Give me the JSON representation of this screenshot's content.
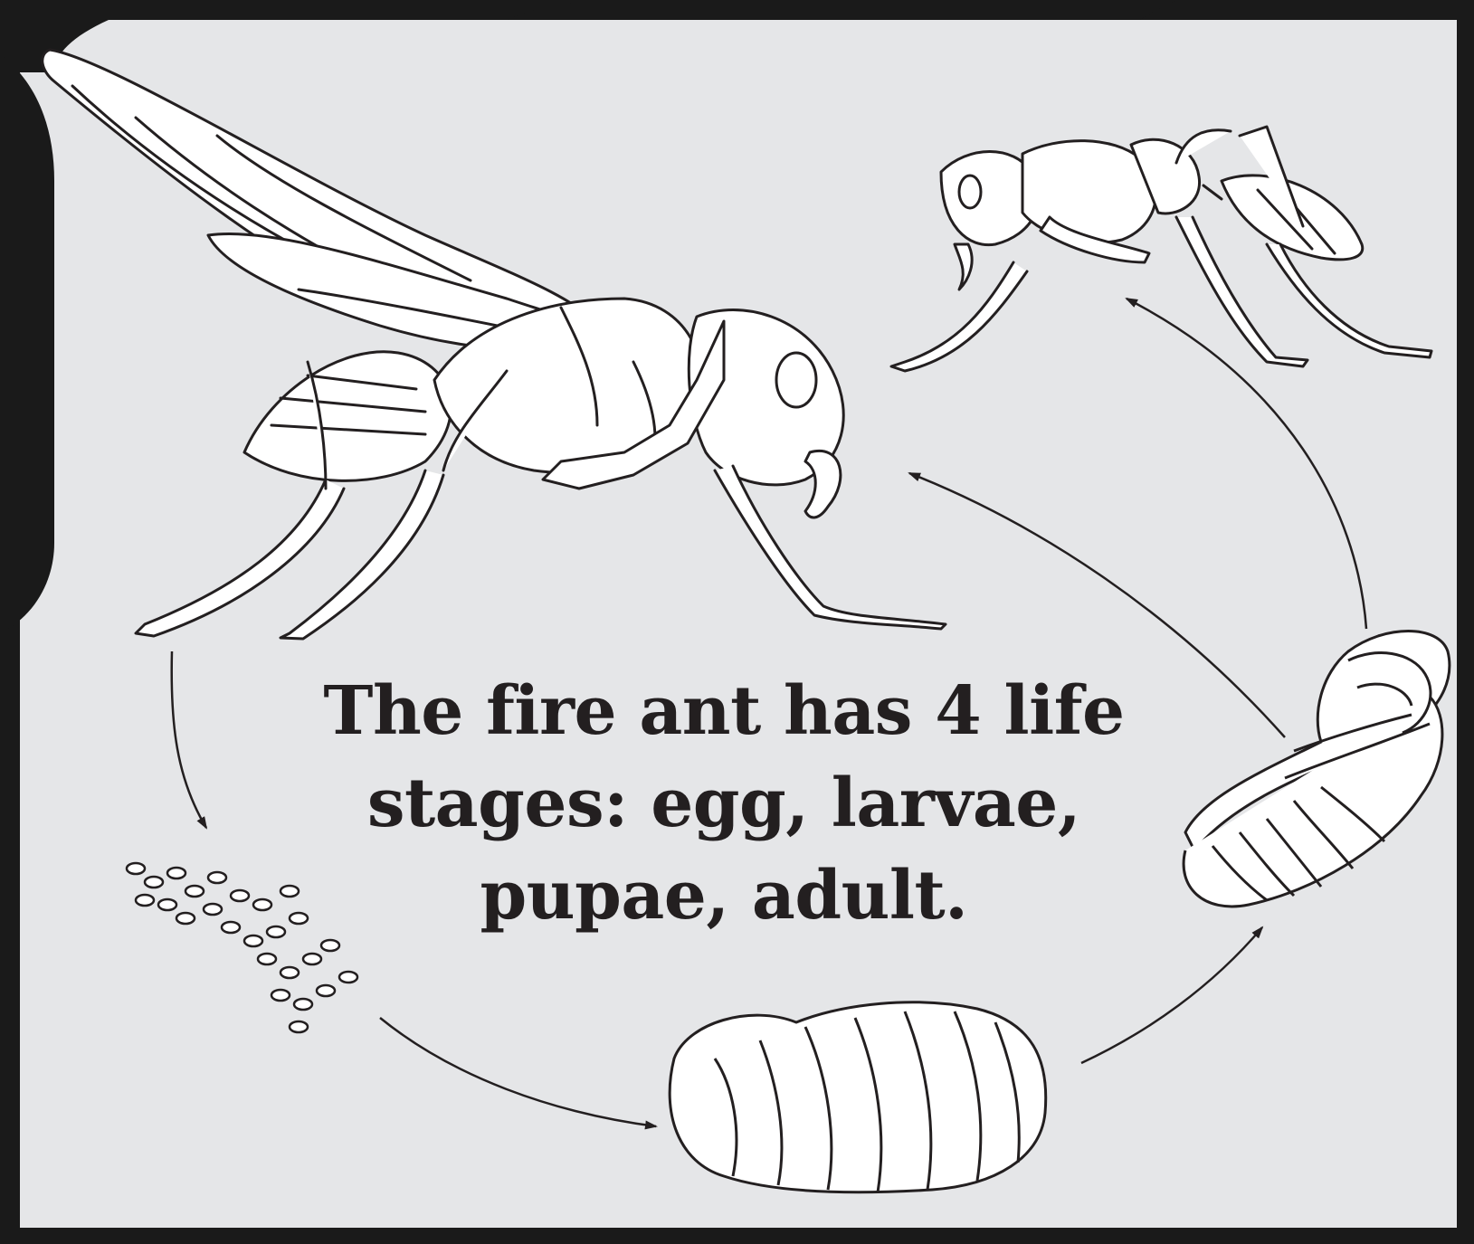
{
  "caption": {
    "line1": "The fire ant has 4 life",
    "line2": "stages: egg, larvae,",
    "line3": "pupae, adult."
  },
  "colors": {
    "background": "#e5e6e8",
    "frame": "#1a1a1a",
    "ink": "#231f20",
    "fill": "#ffffff"
  },
  "stages": [
    {
      "icon": "winged-queen-ant-icon"
    },
    {
      "icon": "eggs-icon"
    },
    {
      "icon": "larva-icon"
    },
    {
      "icon": "pupa-icon"
    },
    {
      "icon": "worker-ant-icon"
    }
  ]
}
